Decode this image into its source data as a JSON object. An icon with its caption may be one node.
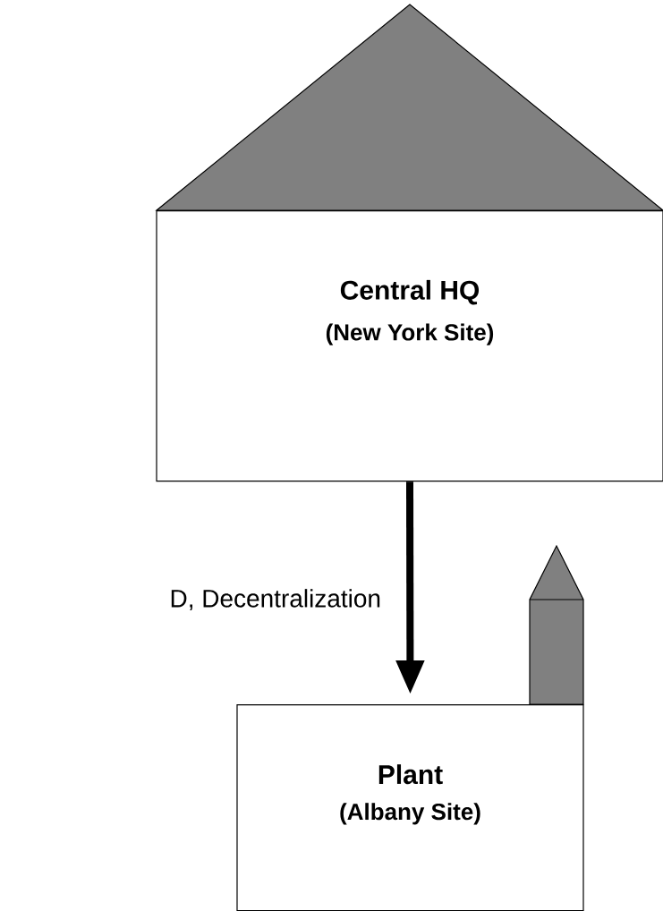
{
  "diagram": {
    "nodes": [
      {
        "text": [
          "Central HQ",
          "(New York Site)"
        ]
      },
      {
        "text": [
          "Plant",
          "(Albany Site)"
        ]
      }
    ],
    "edges": [
      {
        "from": 0,
        "to": 1,
        "arrow": "to",
        "label": "D, Decentralization"
      }
    ]
  }
}
